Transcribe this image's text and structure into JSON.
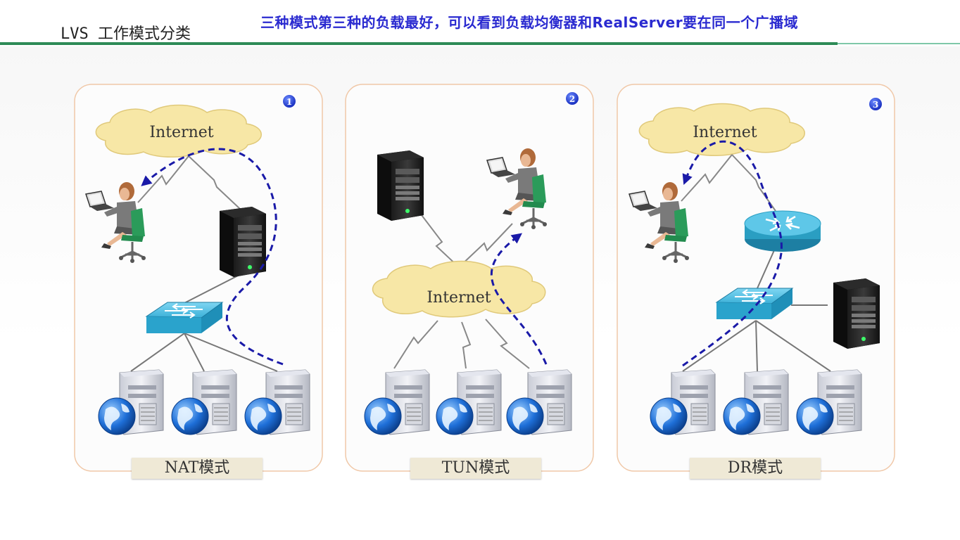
{
  "header": {
    "title": "LVS 工作模式分类",
    "banner": "三种模式第三种的负载最好，可以看到负载均衡器和RealServer要在同一个广播域"
  },
  "panels": [
    {
      "mode_label": "NAT模式",
      "badge": "1",
      "cloud_label": "Internet"
    },
    {
      "mode_label": "TUN模式",
      "badge": "2",
      "cloud_label": "Internet"
    },
    {
      "mode_label": "DR模式",
      "badge": "3",
      "cloud_label": "Internet"
    }
  ],
  "colors": {
    "accent_green": "#2e8b57",
    "banner_blue": "#2a2ad0",
    "dashed_path": "#1a1aa8",
    "panel_border": "#f0c8a8",
    "cloud_fill": "#f7e7a6",
    "switch_fill": "#3bb0d8",
    "router_fill": "#2a9ec2"
  }
}
